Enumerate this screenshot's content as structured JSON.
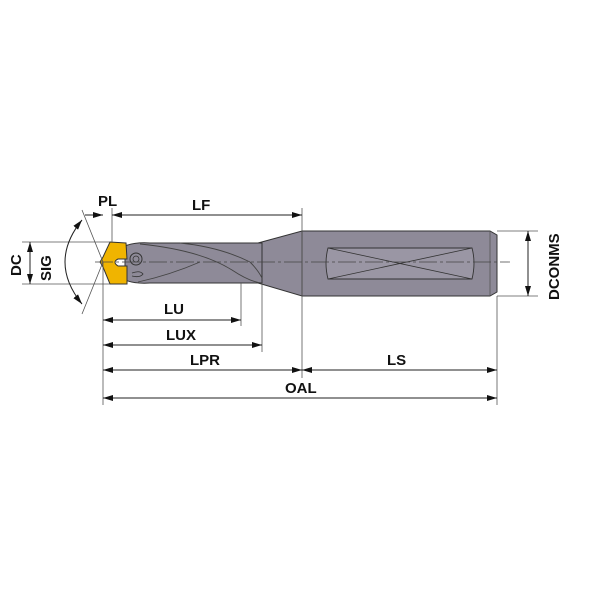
{
  "labels": {
    "pl": "PL",
    "lf": "LF",
    "dc": "DC",
    "sig": "SIG",
    "lu": "LU",
    "lux": "LUX",
    "lpr": "LPR",
    "ls": "LS",
    "oal": "OAL",
    "dconms": "DCONMS"
  },
  "colors": {
    "body": "#8e8a98",
    "insert": "#f0b400",
    "outline": "#333333"
  }
}
